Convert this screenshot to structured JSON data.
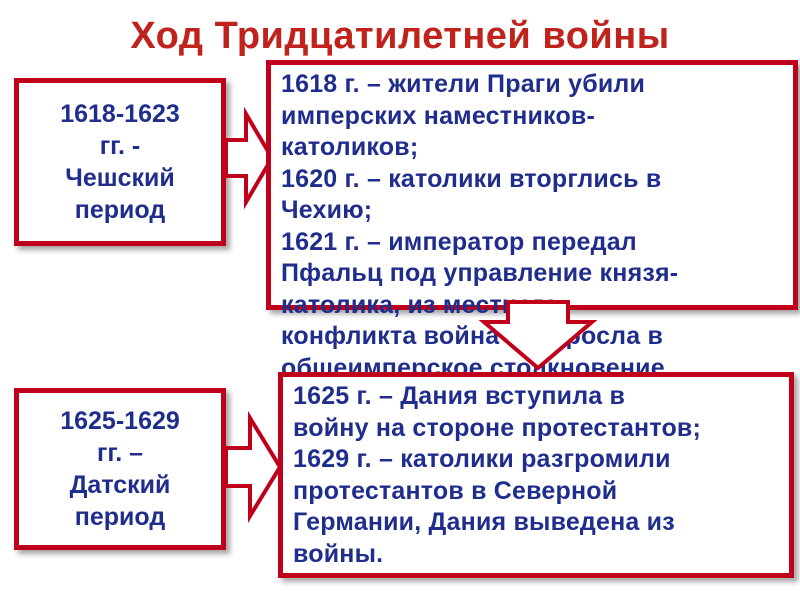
{
  "title": "Ход Тридцатилетней войны",
  "periods": [
    {
      "lines": [
        "1618-1623",
        "гг. -",
        "Чешский",
        "период"
      ],
      "events": [
        "1618 г. – жители Праги убили",
        "имперских наместников-",
        "католиков;",
        "1620 г. – католики вторглись в",
        "Чехию;",
        "1621 г. – император передал",
        "Пфальц под управление князя-",
        "католика, из местного",
        "конфликта война переросла в",
        "общеимперское столкновение."
      ]
    },
    {
      "lines": [
        "1625-1629",
        "гг. –",
        "Датский",
        "период"
      ],
      "events": [
        "1625 г. – Дания вступила в",
        "войну на стороне протестантов;",
        "1629 г. – католики разгромили",
        "протестантов в Северной",
        "Германии, Дания выведена из",
        "войны."
      ]
    }
  ],
  "colors": {
    "title": "#c0231c",
    "border": "#c0001a",
    "text": "#1f2d8c",
    "background": "#ffffff"
  }
}
